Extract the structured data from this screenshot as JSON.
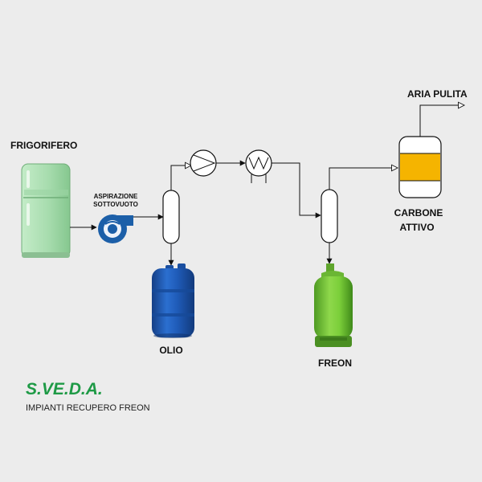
{
  "labels": {
    "fridge": "FRIGORIFERO",
    "suction_line1": "ASPIRAZIONE",
    "suction_line2": "SOTTOVUOTO",
    "oil": "OLIO",
    "freon": "FREON",
    "clean_air": "ARIA PULITA",
    "carbon_line1": "CARBONE",
    "carbon_line2": "ATTIVO"
  },
  "brand": {
    "name": "S.VE.D.A.",
    "tagline": "IMPIANTI RECUPERO FREON",
    "color": "#1e9a46"
  },
  "colors": {
    "background": "#ececec",
    "fridge": "#a7dcae",
    "oil_drum": "#1f5bb8",
    "freon_cylinder": "#7ccf3a",
    "carbon": "#f5b400",
    "blower": "#1c5fa8",
    "line": "#111111"
  },
  "icons": [
    "fridge-icon",
    "vacuum-blower-icon",
    "separator-icon",
    "pump-icon",
    "heat-exchanger-icon",
    "drum-icon",
    "gas-cylinder-icon",
    "carbon-filter-icon",
    "arrow-icon"
  ]
}
